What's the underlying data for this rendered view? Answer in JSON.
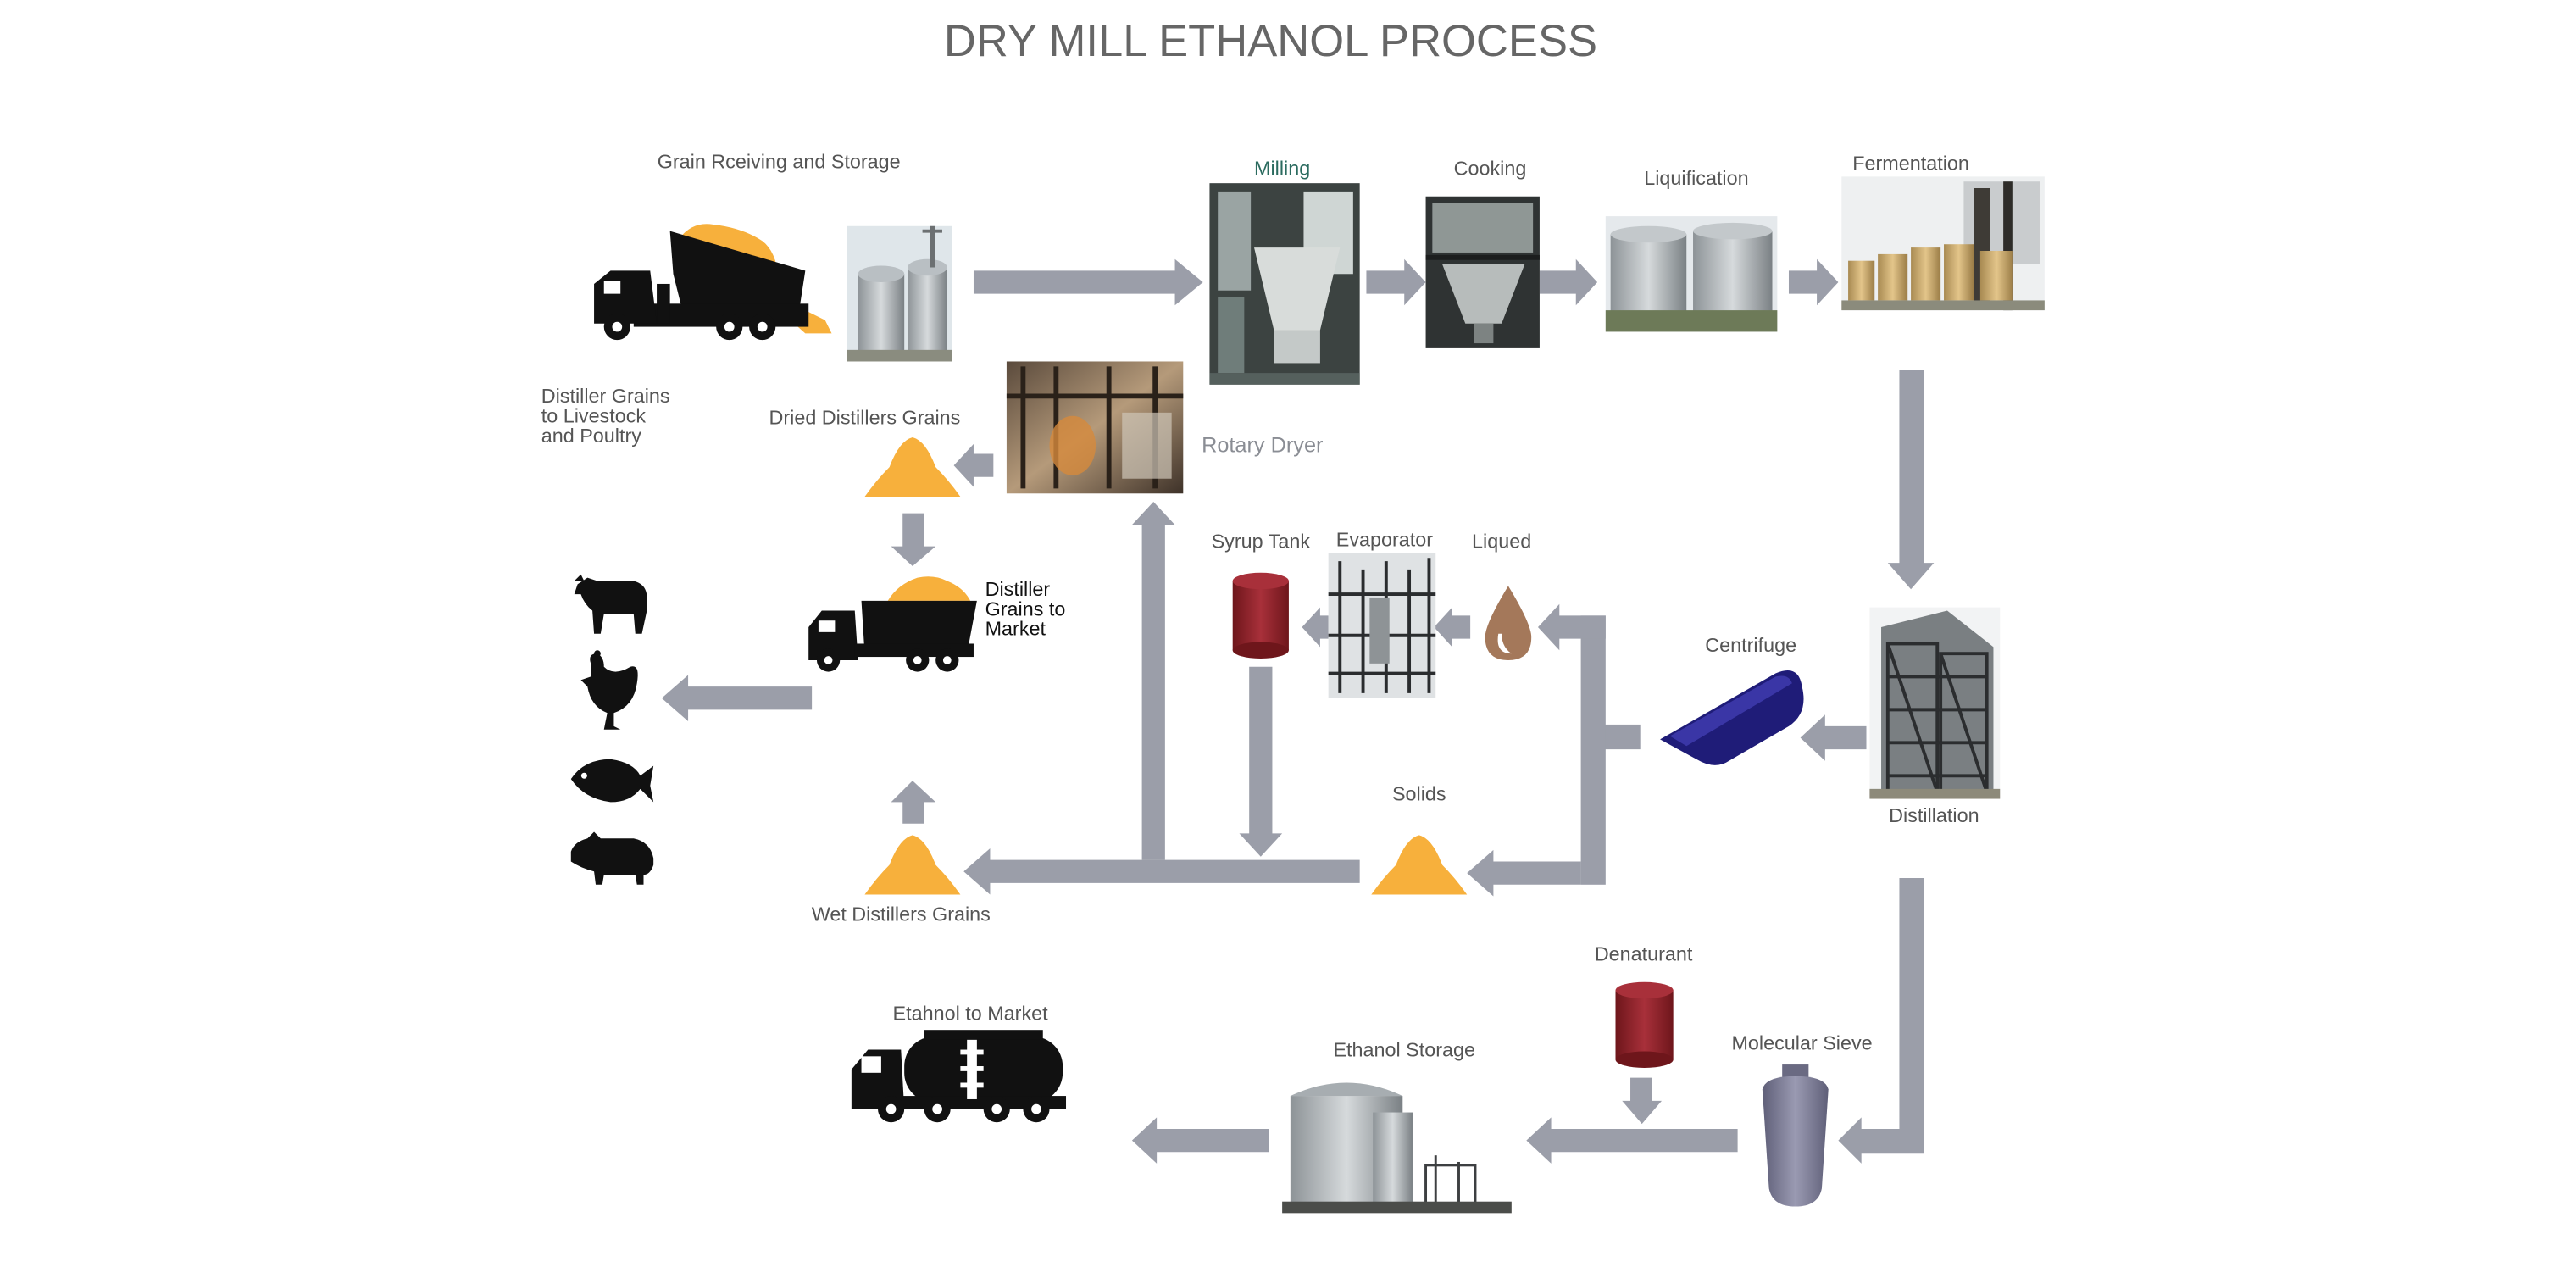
{
  "title": "DRY MILL ETHANOL PROCESS",
  "labels": {
    "grain_receiving": "Grain Rceiving and Storage",
    "milling": "Milling",
    "cooking": "Cooking",
    "liquification": "Liquification",
    "fermentation": "Fermentation",
    "dg_livestock_1": "Distiller Grains",
    "dg_livestock_2": "to Livestock",
    "dg_livestock_3": "and Poultry",
    "dried_dg": "Dried Distillers Grains",
    "rotary_dryer": "Rotary Dryer",
    "dg_market_1": "Distiller",
    "dg_market_2": "Grains to",
    "dg_market_3": "Market",
    "syrup_tank": "Syrup Tank",
    "evaporator": "Evaporator",
    "liqued": "Liqued",
    "centrifuge": "Centrifuge",
    "distillation": "Distillation",
    "solids": "Solids",
    "wet_dg": "Wet Distillers Grains",
    "denaturant": "Denaturant",
    "molecular_sieve": "Molecular Sieve",
    "ethanol_storage": "Ethanol Storage",
    "ethanol_market": "Etahnol to Market"
  },
  "colors": {
    "arrow": "#9b9ea9",
    "grain": "#f7b03c",
    "silhouette": "#111111",
    "tank_red": "#8e2127",
    "milling_label": "#2b6b5f",
    "centrifuge": "#1f1c78",
    "sieve": "#7c7c94",
    "liquid_drop": "#a4785a"
  },
  "icons": {
    "truck": "dump-truck-icon",
    "tanker": "tanker-truck-icon",
    "cow": "cow-icon",
    "chicken": "chicken-icon",
    "fish": "fish-icon",
    "pig": "pig-icon",
    "drop": "liquid-drop-icon",
    "grain_pile": "grain-pile-icon"
  }
}
